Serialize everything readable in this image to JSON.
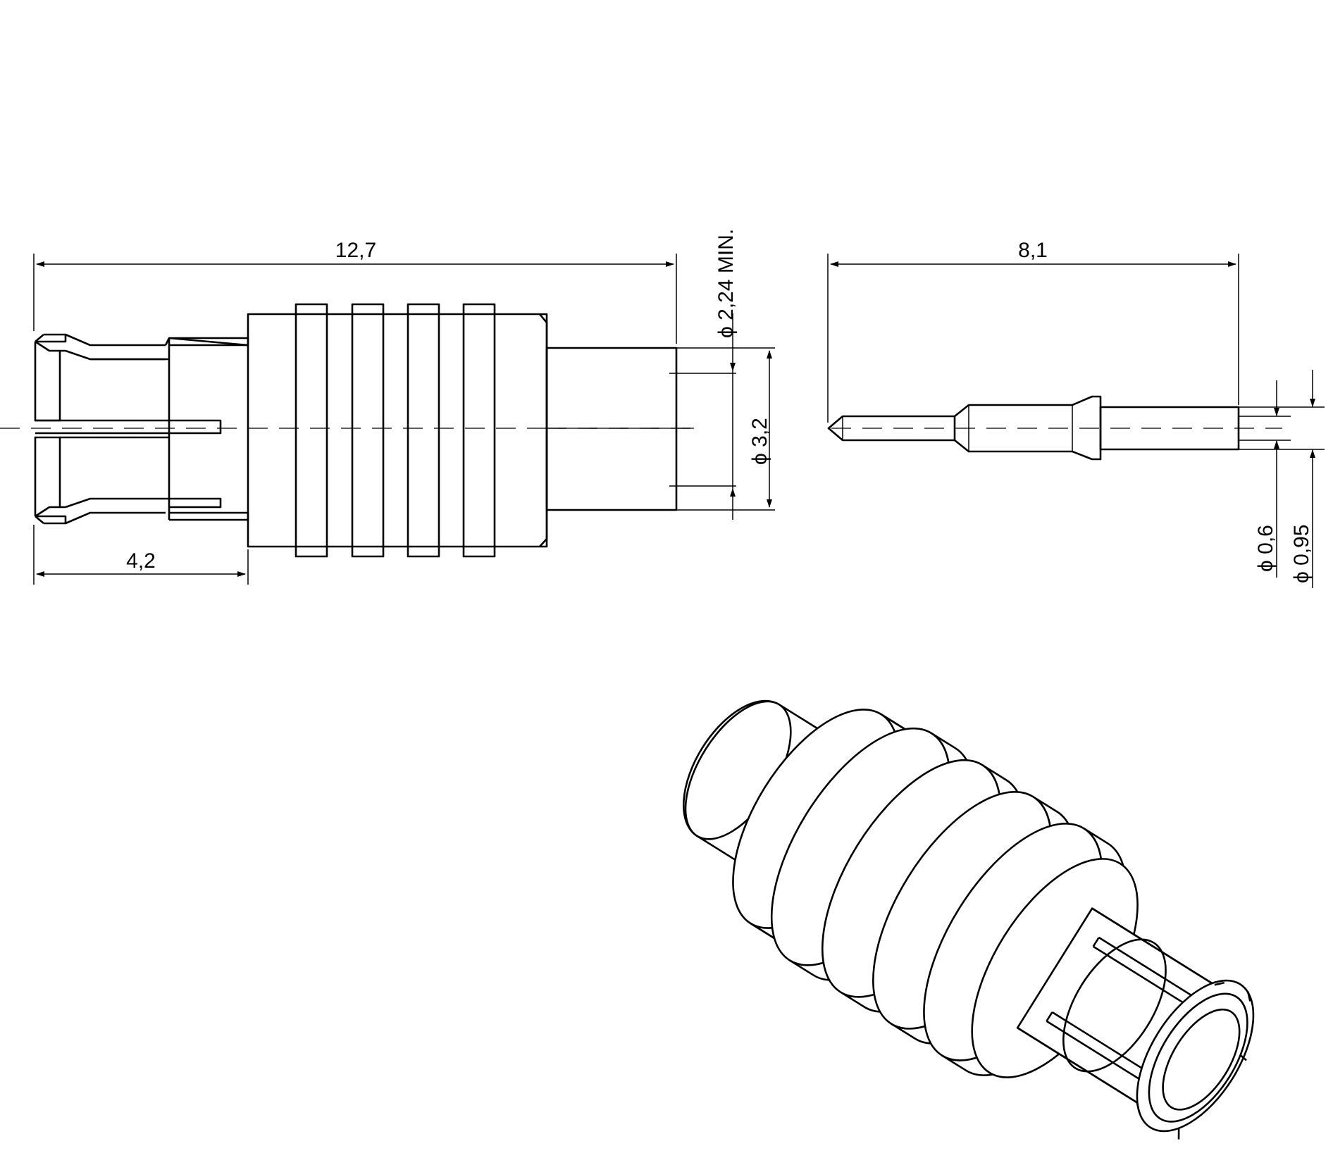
{
  "dimensions": {
    "overall_length": "12,7",
    "front_length": "4,2",
    "cable_bore": "ϕ 2,24 MIN.",
    "outer_diameter": "ϕ 3,2",
    "pin_length": "8,1",
    "pin_tip_diameter": "ϕ 0,6",
    "pin_shank_diameter": "ϕ 0,95"
  }
}
